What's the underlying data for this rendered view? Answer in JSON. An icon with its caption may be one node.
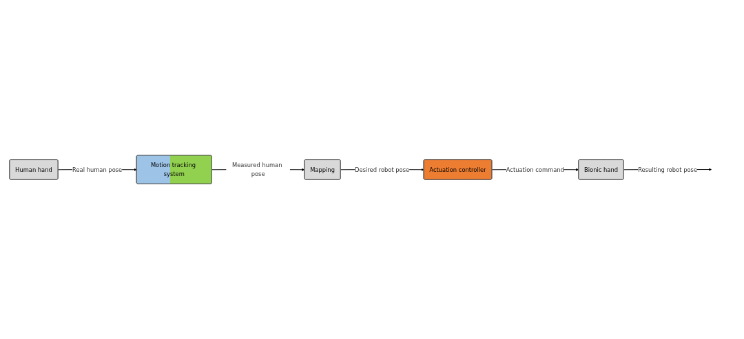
{
  "diagram": {
    "nodes": [
      {
        "text": [
          "Human hand"
        ]
      },
      {
        "text": [
          "Motion tracking system"
        ]
      },
      {
        "text": [
          "Mapping"
        ]
      },
      {
        "text": [
          "Actuation controller"
        ]
      },
      {
        "text": [
          "Bionic hand"
        ]
      }
    ],
    "edges": [
      {
        "from": 0,
        "to": 1,
        "arrow": "to",
        "label": "Real human pose"
      },
      {
        "from": 1,
        "to": 2,
        "arrow": "to",
        "label": "Measured human pose"
      },
      {
        "from": 2,
        "to": 3,
        "arrow": "to",
        "label": "Desired robot pose"
      },
      {
        "from": 3,
        "to": 4,
        "arrow": "to",
        "label": "Actuation command"
      },
      {
        "from": 4,
        "to": null,
        "arrow": "to",
        "label": "Resulting robot pose"
      }
    ]
  }
}
